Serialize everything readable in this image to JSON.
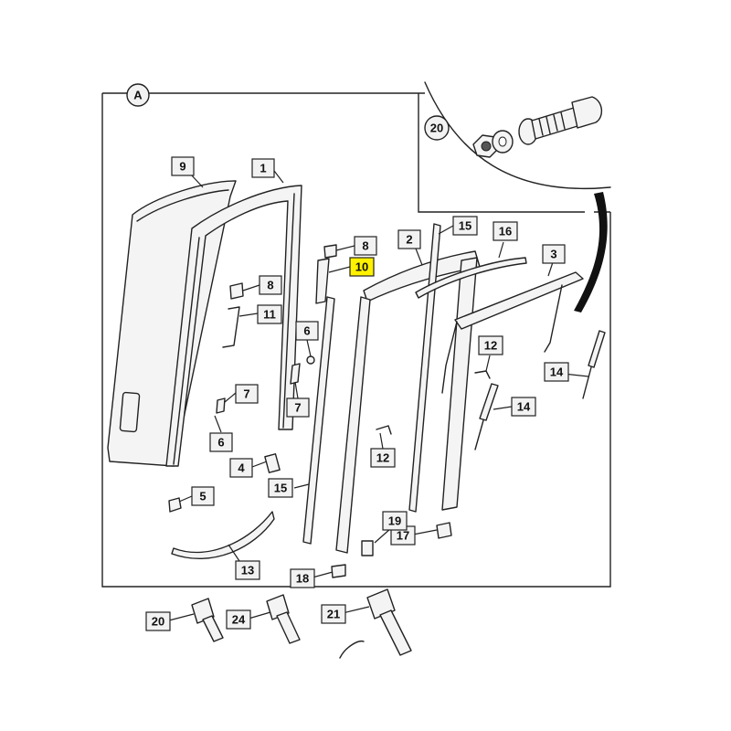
{
  "diagram": {
    "section_label": "A",
    "detail_ref": "20",
    "highlight_color": "#fff200",
    "callouts": {
      "c1": "1",
      "c2": "2",
      "c3": "3",
      "c4": "4",
      "c5": "5",
      "c6a": "6",
      "c6b": "6",
      "c7a": "7",
      "c7b": "7",
      "c8a": "8",
      "c8b": "8",
      "c9": "9",
      "c10": "10",
      "c11": "11",
      "c12a": "12",
      "c12b": "12",
      "c13": "13",
      "c14a": "14",
      "c14b": "14",
      "c15a": "15",
      "c15b": "15",
      "c16": "16",
      "c17": "17",
      "c18": "18",
      "c19": "19",
      "c20": "20",
      "c21": "21",
      "c24": "24"
    }
  }
}
